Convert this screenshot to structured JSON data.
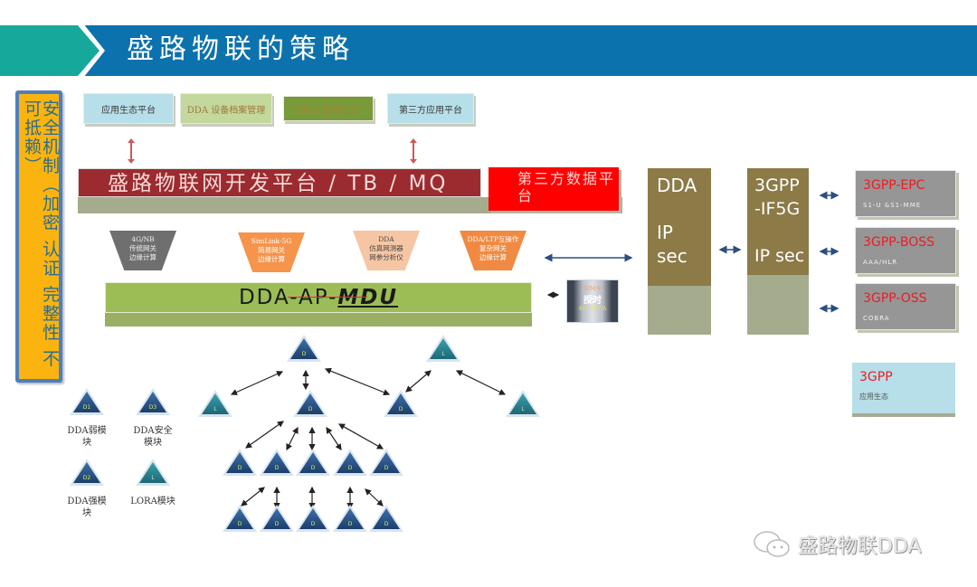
{
  "header": {
    "title": "盛路物联的策略"
  },
  "security_panel": {
    "text": "安全机制（加密 认证 完整性 不可抵赖）"
  },
  "top_boxes": [
    {
      "label": "应用生态平台"
    },
    {
      "label": "DDA 设备档案管理"
    },
    {
      "label": "DDA 设备认证"
    },
    {
      "label": "第三方应用平台"
    }
  ],
  "platform": {
    "label": "盛路物联网开发平台 / TB / MQ",
    "third_party_data": "第三方数据平台"
  },
  "gateways": [
    {
      "lines": [
        "4G/NB",
        "传统网关",
        "边缘计算"
      ]
    },
    {
      "lines": [
        "SimLink-5G",
        "简易网关",
        "边缘计算"
      ]
    },
    {
      "lines": [
        "DDA",
        "仿真网测器",
        "网参分析仪"
      ]
    },
    {
      "lines": [
        "DDA/LTP互操作",
        "复杂网关",
        "边缘计算"
      ]
    }
  ],
  "mdu": {
    "prefix": "DDA-AP-",
    "emphasis": "MDU"
  },
  "auth_device": {
    "top": "SIM卡",
    "label": "授时",
    "bottom": "4x1 TDOA"
  },
  "dda_ipsec": {
    "title": "DDA",
    "line1": "IP",
    "line2": "sec"
  },
  "gpp_if5g": {
    "line1": "3GPP",
    "line2": "-IF5G",
    "line3": "IP sec"
  },
  "gpp_boxes": [
    {
      "title": "3GPP-EPC",
      "sub": "S1-U &S1-MME"
    },
    {
      "title": "3GPP-BOSS",
      "sub": "AAA/HLR"
    },
    {
      "title": "3GPP-OSS",
      "sub": "COBRA"
    }
  ],
  "gpp_eco": {
    "title": "3GPP",
    "sub": "应用生态"
  },
  "legend": [
    {
      "tag": "D1",
      "label": "DDA弱模块"
    },
    {
      "tag": "D3",
      "label": "DDA安全模块"
    },
    {
      "tag": "D2",
      "label": "DDA强模块"
    },
    {
      "tag": "L",
      "label": "LORA模块"
    }
  ],
  "node_tags": {
    "dda": "D",
    "lora": "L"
  },
  "colors": {
    "dda_node": "#2d5a8c",
    "lora_node": "#2a8a98",
    "banner_blue": "#0c72ad",
    "banner_teal": "#17a89c"
  },
  "watermark": {
    "text": "盛路物联DDA"
  }
}
